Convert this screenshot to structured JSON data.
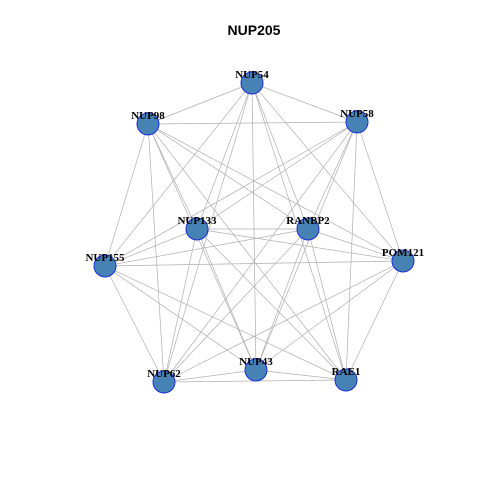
{
  "graph": {
    "title": "NUP205",
    "colors": {
      "node_fill": "#4682b4",
      "node_stroke": "#1c2fd8",
      "edge": "#b0b0b0",
      "title": "#000000",
      "label": "#000000"
    },
    "nodes": [
      {
        "id": "NUP54",
        "label": "NUP54"
      },
      {
        "id": "NUP58",
        "label": "NUP58"
      },
      {
        "id": "NUP98",
        "label": "NUP98"
      },
      {
        "id": "NUP133",
        "label": "NUP133"
      },
      {
        "id": "RANBP2",
        "label": "RANBP2"
      },
      {
        "id": "NUP155",
        "label": "NUP155"
      },
      {
        "id": "POM121",
        "label": "POM121"
      },
      {
        "id": "NUP43",
        "label": "NUP43"
      },
      {
        "id": "NUP62",
        "label": "NUP62"
      },
      {
        "id": "RAE1",
        "label": "RAE1"
      }
    ],
    "edges": [
      [
        "NUP54",
        "NUP58"
      ],
      [
        "NUP54",
        "NUP98"
      ],
      [
        "NUP54",
        "NUP133"
      ],
      [
        "NUP54",
        "RANBP2"
      ],
      [
        "NUP54",
        "NUP155"
      ],
      [
        "NUP54",
        "POM121"
      ],
      [
        "NUP54",
        "NUP43"
      ],
      [
        "NUP54",
        "NUP62"
      ],
      [
        "NUP54",
        "RAE1"
      ],
      [
        "NUP58",
        "NUP98"
      ],
      [
        "NUP58",
        "NUP133"
      ],
      [
        "NUP58",
        "RANBP2"
      ],
      [
        "NUP58",
        "NUP155"
      ],
      [
        "NUP58",
        "POM121"
      ],
      [
        "NUP58",
        "NUP43"
      ],
      [
        "NUP58",
        "NUP62"
      ],
      [
        "NUP58",
        "RAE1"
      ],
      [
        "NUP98",
        "NUP133"
      ],
      [
        "NUP98",
        "RANBP2"
      ],
      [
        "NUP98",
        "NUP155"
      ],
      [
        "NUP98",
        "POM121"
      ],
      [
        "NUP98",
        "NUP43"
      ],
      [
        "NUP98",
        "NUP62"
      ],
      [
        "NUP98",
        "RAE1"
      ],
      [
        "NUP133",
        "RANBP2"
      ],
      [
        "NUP133",
        "NUP155"
      ],
      [
        "NUP133",
        "POM121"
      ],
      [
        "NUP133",
        "NUP43"
      ],
      [
        "NUP133",
        "NUP62"
      ],
      [
        "NUP133",
        "RAE1"
      ],
      [
        "RANBP2",
        "NUP155"
      ],
      [
        "RANBP2",
        "POM121"
      ],
      [
        "RANBP2",
        "NUP43"
      ],
      [
        "RANBP2",
        "NUP62"
      ],
      [
        "RANBP2",
        "RAE1"
      ],
      [
        "NUP155",
        "POM121"
      ],
      [
        "NUP155",
        "NUP43"
      ],
      [
        "NUP155",
        "NUP62"
      ],
      [
        "NUP155",
        "RAE1"
      ],
      [
        "POM121",
        "NUP43"
      ],
      [
        "POM121",
        "NUP62"
      ],
      [
        "POM121",
        "RAE1"
      ],
      [
        "NUP43",
        "NUP62"
      ],
      [
        "NUP43",
        "RAE1"
      ],
      [
        "NUP62",
        "RAE1"
      ]
    ]
  }
}
